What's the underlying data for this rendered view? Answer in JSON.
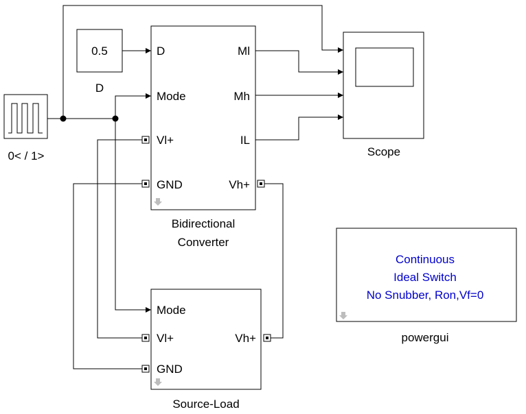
{
  "constant": {
    "value": "0.5",
    "name": "D"
  },
  "pulse": {
    "name": "0< / 1>"
  },
  "converter": {
    "name_line1": "Bidirectional",
    "name_line2": "Converter",
    "in_d": "D",
    "in_mode": "Mode",
    "port_vl": "Vl+",
    "port_gnd": "GND",
    "out_ml": "Ml",
    "out_mh": "Mh",
    "out_il": "IL",
    "port_vh": "Vh+"
  },
  "scope": {
    "name": "Scope"
  },
  "source_load": {
    "name": "Source-Load",
    "in_mode": "Mode",
    "port_vl": "Vl+",
    "port_gnd": "GND",
    "port_vh": "Vh+"
  },
  "powergui": {
    "line1": "Continuous",
    "line2": "Ideal Switch",
    "line3": "No Snubber, Ron,Vf=0",
    "name": "powergui",
    "text_color": "#0000cc"
  }
}
